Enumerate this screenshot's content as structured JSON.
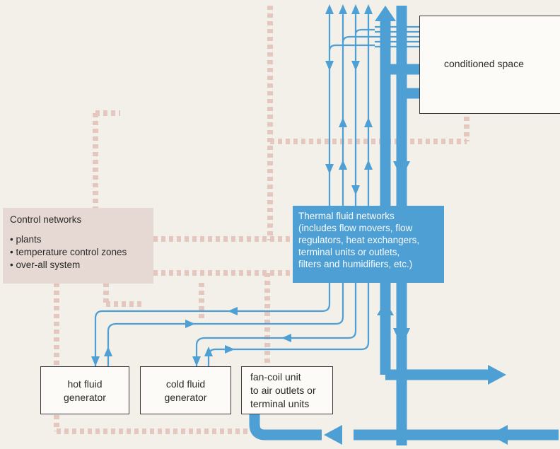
{
  "conditioned_space": {
    "label": "conditioned space"
  },
  "control_networks": {
    "title": "Control networks",
    "items": [
      "• plants",
      "• temperature control zones",
      "• over-all system"
    ]
  },
  "thermal_networks": {
    "lines": [
      "Thermal fluid networks",
      "(includes flow movers, flow",
      "regulators, heat exchangers,",
      "terminal units or outlets,",
      "filters and humidifiers, etc.)"
    ]
  },
  "generators": {
    "hot": [
      "hot fluid",
      "generator"
    ],
    "cold": [
      "cold fluid",
      "generator"
    ],
    "fancoil": [
      "fan-coil unit",
      "to air outlets or",
      "terminal units"
    ]
  },
  "colors": {
    "duct": "#4e9fd3",
    "control": "#e4c8c0",
    "control_box": "#e6d8d2",
    "background": "#f3efe9"
  }
}
